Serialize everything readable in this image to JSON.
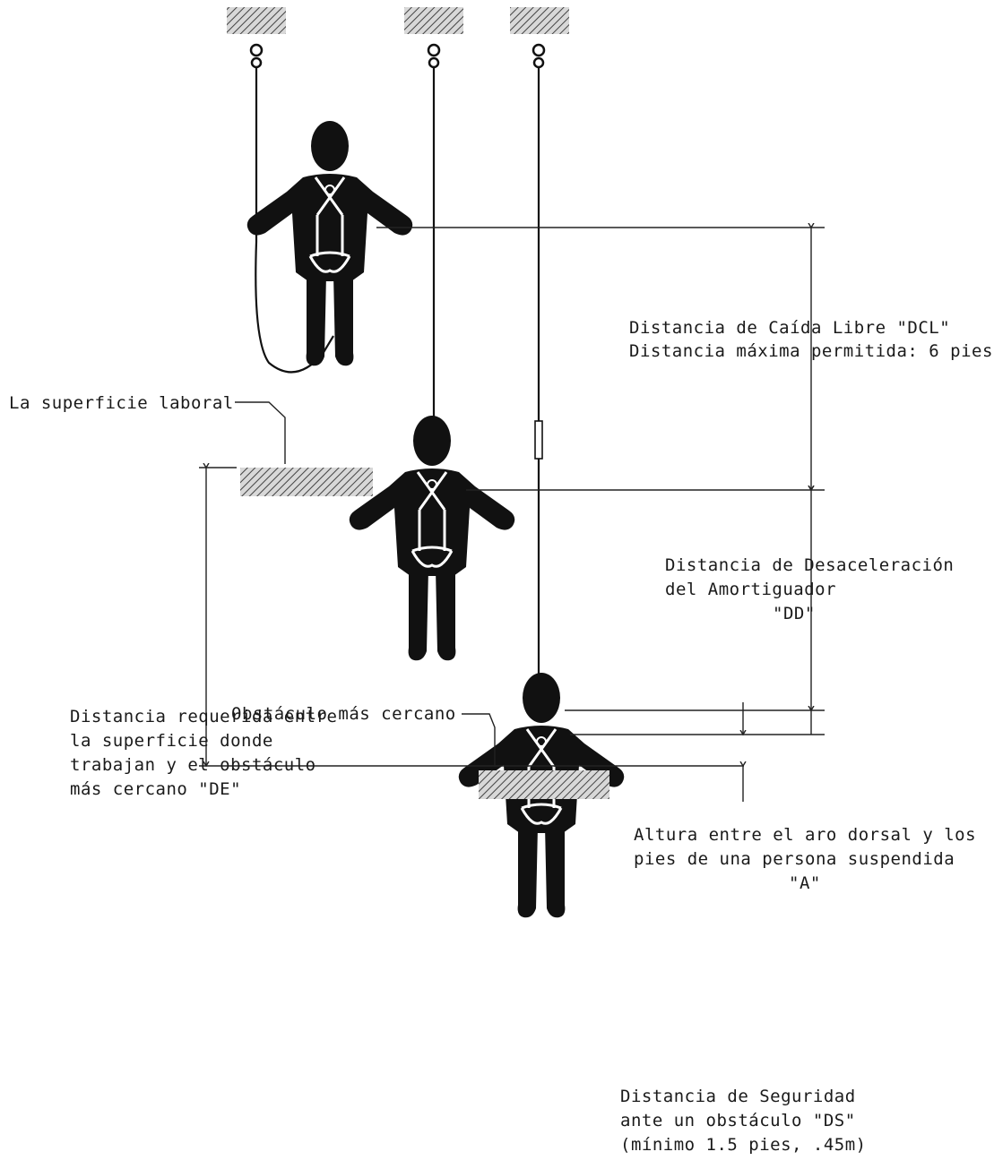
{
  "labels": {
    "work_surface": "La superficie laboral",
    "fall_distance_l1": "Distancia de Caída Libre \"DCL\"",
    "fall_distance_l2": "Distancia máxima permitida: 6 pies",
    "decel_l1": "Distancia de Desaceleración",
    "decel_l2": "del Amortiguador",
    "decel_l3": "\"DD\"",
    "required_l1": "Distancia requerida entre",
    "required_l2": "la superficie donde",
    "required_l3": "trabajan y el obstáculo",
    "required_l4": "más cercano \"DE\"",
    "height_l1": "Altura entre el aro dorsal y los",
    "height_l2": "pies de una persona suspendida",
    "height_l3": "\"A\"",
    "obstacle": "Obstáculo más cercano",
    "safety_l1": "Distancia de Seguridad",
    "safety_l2": "ante un obstáculo \"DS\"",
    "safety_l3": "(mínimo 1.5 pies, .45m)"
  },
  "colors": {
    "figure": "#111111",
    "hatch": "#444444",
    "background": "#ffffff"
  }
}
